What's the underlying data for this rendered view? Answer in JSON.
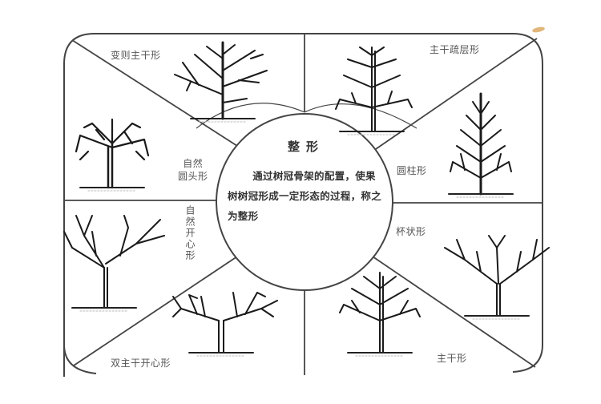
{
  "diagram": {
    "title": "整形",
    "definition": "通过树冠骨架的配置，使果树树冠形成一定形态的过程，称之为整形",
    "colors": {
      "line": "#444444",
      "tree": "#1a1a1a",
      "text": "#555555",
      "background": "#ffffff"
    },
    "segments": [
      {
        "id": "top-left",
        "label": "变则主干形"
      },
      {
        "id": "upper-left",
        "label": "自然\n圆头形"
      },
      {
        "id": "lower-left",
        "label": "自然开心形"
      },
      {
        "id": "bottom-left",
        "label": "双主干开心形"
      },
      {
        "id": "top-right",
        "label": "主干疏层形"
      },
      {
        "id": "upper-right",
        "label": "圆柱形"
      },
      {
        "id": "lower-right",
        "label": "杯状形"
      },
      {
        "id": "bottom-right",
        "label": "主干形"
      }
    ]
  }
}
